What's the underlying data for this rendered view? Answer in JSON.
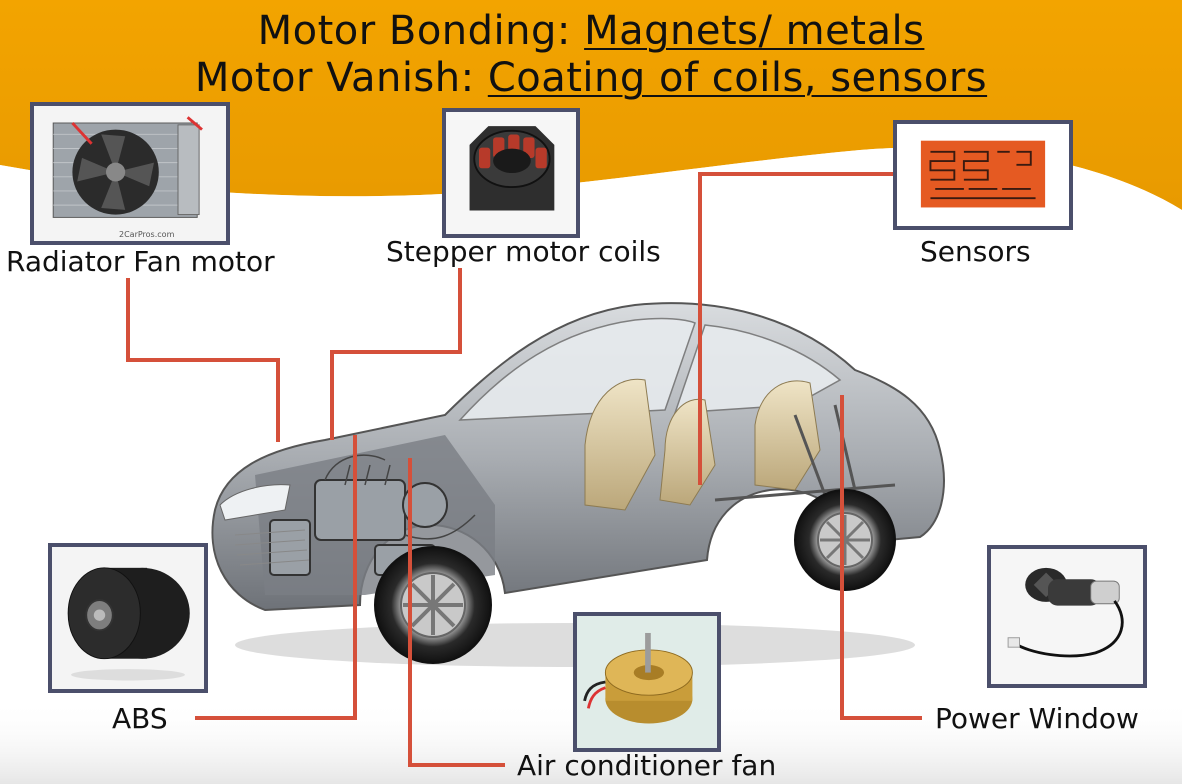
{
  "title": {
    "line1_prefix": "Motor Bonding: ",
    "line1_emph": "Magnets/ metals",
    "line2_prefix": "Motor Vanish: ",
    "line2_emph": "Coating of coils, sensors"
  },
  "components": {
    "radiator_fan": {
      "label": "Radiator Fan motor",
      "icon": "radiator-fan-photo",
      "caption": "2CarPros.com"
    },
    "stepper": {
      "label": "Stepper motor coils",
      "icon": "stepper-coil-photo"
    },
    "sensors": {
      "label": "Sensors",
      "icon": "strain-gauge-photo"
    },
    "abs": {
      "label": "ABS",
      "icon": "abs-motor-photo"
    },
    "ac_fan": {
      "label": "Air conditioner fan",
      "icon": "ac-fan-motor-photo"
    },
    "power_window": {
      "label": "Power Window",
      "icon": "window-motor-photo"
    }
  },
  "colors": {
    "banner": "#f0a100",
    "leader": "#d5503a",
    "thumb_border": "#4b4f6b"
  }
}
